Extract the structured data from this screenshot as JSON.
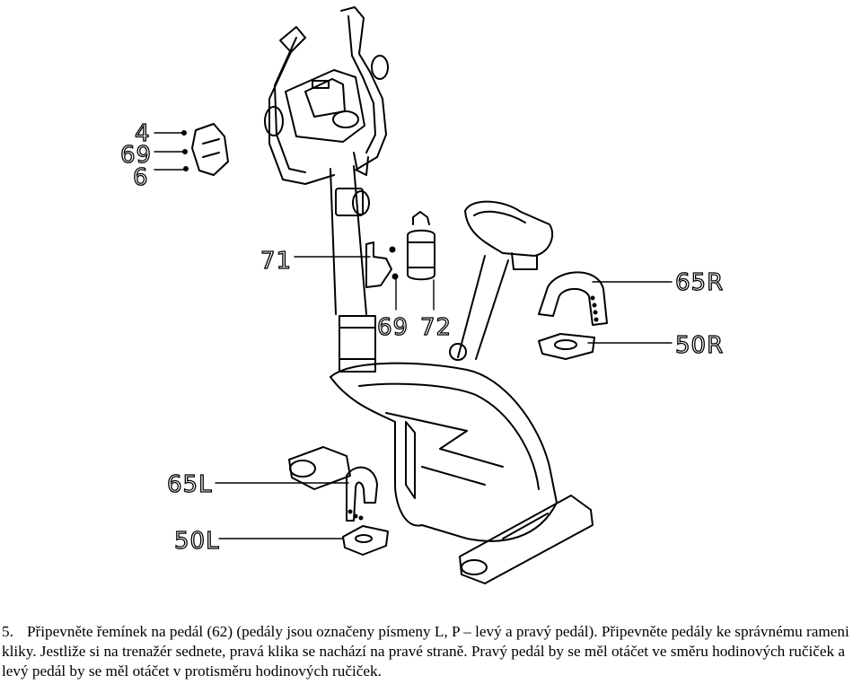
{
  "labels": {
    "l4": "4",
    "l69a": "69",
    "l6": "6",
    "l71": "71",
    "l69b": "69",
    "l72": "72",
    "l65R": "65R",
    "l50R": "50R",
    "l65L": "65L",
    "l50L": "50L"
  },
  "step": {
    "number": "5.",
    "text": "Připevněte řemínek na pedál (62) (pedály jsou označeny písmeny L, P – levý a pravý pedál). Připevněte pedály ke správnému rameni kliky. Jestliže si na trenažér sednete, pravá klika se nachází na pravé straně. Pravý pedál by se měl otáčet ve směru hodinových ručiček a levý pedál by se měl otáčet v protisměru hodinových ručiček."
  }
}
